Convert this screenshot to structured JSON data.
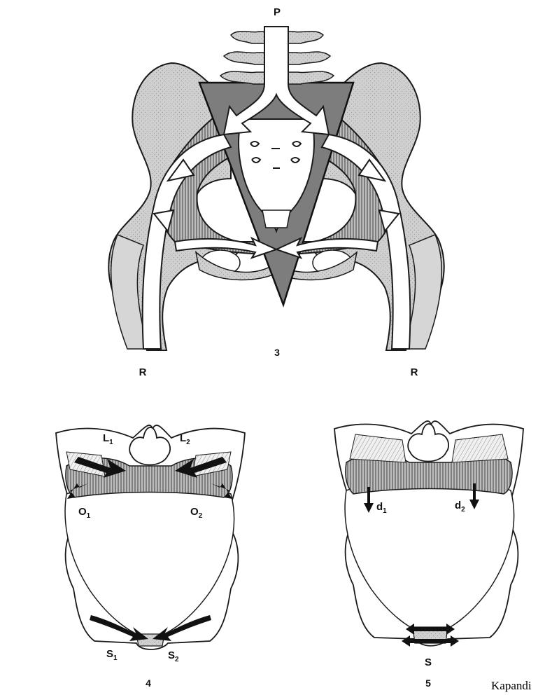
{
  "figure3": {
    "top_label": "P",
    "left_label": "R",
    "right_label": "R",
    "number": "3"
  },
  "figure4": {
    "labels": {
      "l1": "L",
      "l1_sub": "1",
      "l2": "L",
      "l2_sub": "2",
      "o1": "O",
      "o1_sub": "1",
      "o2": "O",
      "o2_sub": "2",
      "s1": "S",
      "s1_sub": "1",
      "s2": "S",
      "s2_sub": "2"
    },
    "number": "4"
  },
  "figure5": {
    "labels": {
      "d1": "d",
      "d1_sub": "1",
      "d2": "d",
      "d2_sub": "2",
      "s": "S"
    },
    "number": "5"
  },
  "credit": "Kapandi",
  "colors": {
    "bone": "#c9c9c9",
    "bone_dark": "#8e8e8e",
    "outline": "#1a1a1a",
    "arrow_fill": "#ffffff",
    "arrow_dark": "#111111"
  }
}
